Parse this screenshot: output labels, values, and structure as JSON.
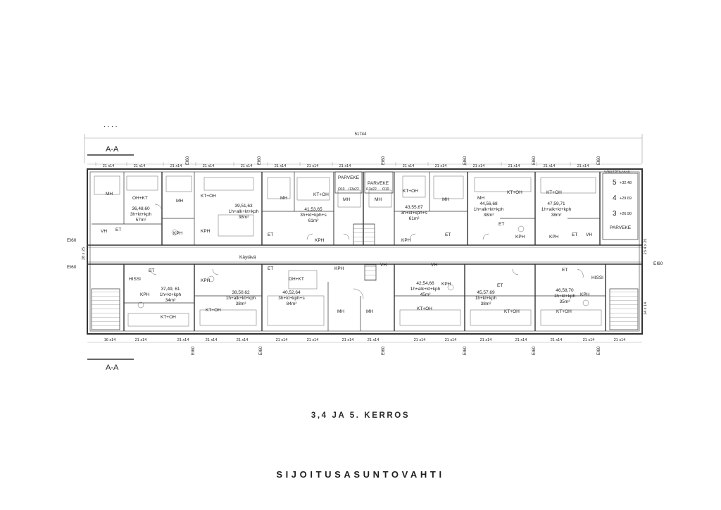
{
  "overall_dimension": "51744",
  "section_marks": [
    "A-A",
    "A-A"
  ],
  "top_dots": ". . . .",
  "dim_repeat": "21 x14",
  "ei60": "EI60",
  "left_dim": "28 x 25",
  "right_dim": "23 4 x 25",
  "right_dim_low": "14 x 14",
  "bottom_dim_first": "16 x14",
  "corridor_label": "Käytävä",
  "vss_label": "VÄESTÖTILAKAS",
  "floor_levels": [
    {
      "floor": "5",
      "level": "+32.48"
    },
    {
      "floor": "4",
      "level": "+29.69"
    },
    {
      "floor": "3",
      "level": "+26.90"
    }
  ],
  "apartments_top": [
    {
      "nums": "36,48,60",
      "type": "3h+kt+kph",
      "area": "57m²"
    },
    {
      "nums": "39,51,63",
      "type": "1h+alk+kt+kph",
      "area": "38m²"
    },
    {
      "nums": "41,53,65",
      "type": "3h+kt+kph+s",
      "area": "61m²"
    },
    {
      "nums": "43,55,67",
      "type": "3h+kt+kph+s",
      "area": "61m²"
    },
    {
      "nums": "44,56,68",
      "type": "1h+alk+kt+kph",
      "area": "38m²"
    },
    {
      "nums": "47,59,71",
      "type": "1h+alk+kt+kph",
      "area": "38m²"
    }
  ],
  "apartments_bottom": [
    {
      "nums": "37,49, 61",
      "type": "1h+kt+kph",
      "area": "34m²"
    },
    {
      "nums": "38,50,62",
      "type": "1h+alk+kt+kph",
      "area": "38m²"
    },
    {
      "nums": "40,52,64",
      "type": "3h+kt+kph+s",
      "area": "84m²"
    },
    {
      "nums": "42,54,66",
      "type": "1h+alk+kt+kph",
      "area": "45m²"
    },
    {
      "nums": "45,57,69",
      "type": "1h+kt+kph",
      "area": "38m²"
    },
    {
      "nums": "46,58,70",
      "type": "1h+kt+kph",
      "area": "35m²"
    }
  ],
  "rooms": {
    "mh": "MH",
    "oh_kt": "OH+KT",
    "kt_oh": "KT+OH",
    "kph": "KPH",
    "et": "ET",
    "vh": "VH",
    "hissi": "HISSI",
    "parveke": "PARVEKE"
  },
  "balcony_codes": [
    "i13x22",
    "i13x22"
  ],
  "balcony_sub": [
    "O10",
    "O10"
  ],
  "floor_title": "3,4 JA 5. KERROS",
  "brand": "SIJOITUSASUNTOVAHTI"
}
